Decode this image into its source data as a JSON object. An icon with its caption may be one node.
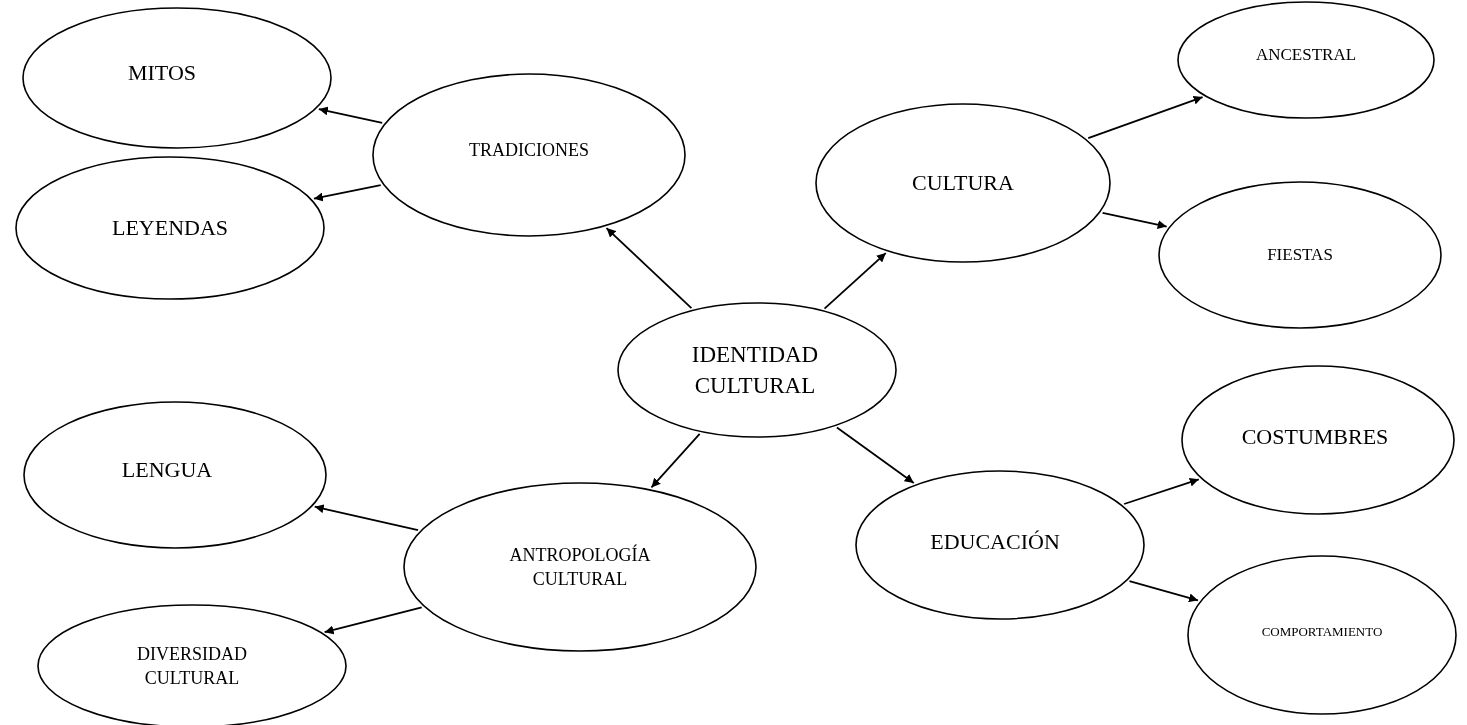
{
  "diagram": {
    "nodes": [
      {
        "text": [
          "IDENTIDAD CULTURAL"
        ]
      },
      {
        "text": [
          "TRADICIONES"
        ]
      },
      {
        "text": [
          "MITOS"
        ]
      },
      {
        "text": [
          "LEYENDAS"
        ]
      },
      {
        "text": [
          "CULTURA"
        ]
      },
      {
        "text": [
          "ANCESTRAL"
        ]
      },
      {
        "text": [
          "FIESTAS"
        ]
      },
      {
        "text": [
          "ANTROPOLOGÍA CULTURAL"
        ]
      },
      {
        "text": [
          "LENGUA"
        ]
      },
      {
        "text": [
          "DIVERSIDAD CULTURAL"
        ]
      },
      {
        "text": [
          "EDUCACIÓN"
        ]
      },
      {
        "text": [
          "COSTUMBRES"
        ]
      },
      {
        "text": [
          "COMPORTAMIENTO"
        ]
      }
    ],
    "edges": [
      {
        "from": 0,
        "to": 1,
        "arrow": "to"
      },
      {
        "from": 0,
        "to": 4,
        "arrow": "to"
      },
      {
        "from": 0,
        "to": 7,
        "arrow": "to"
      },
      {
        "from": 0,
        "to": 10,
        "arrow": "to"
      },
      {
        "from": 1,
        "to": 2,
        "arrow": "to"
      },
      {
        "from": 1,
        "to": 3,
        "arrow": "to"
      },
      {
        "from": 4,
        "to": 5,
        "arrow": "to"
      },
      {
        "from": 4,
        "to": 6,
        "arrow": "to"
      },
      {
        "from": 7,
        "to": 8,
        "arrow": "to"
      },
      {
        "from": 7,
        "to": 9,
        "arrow": "to"
      },
      {
        "from": 10,
        "to": 11,
        "arrow": "to"
      },
      {
        "from": 10,
        "to": 12,
        "arrow": "to"
      }
    ]
  }
}
